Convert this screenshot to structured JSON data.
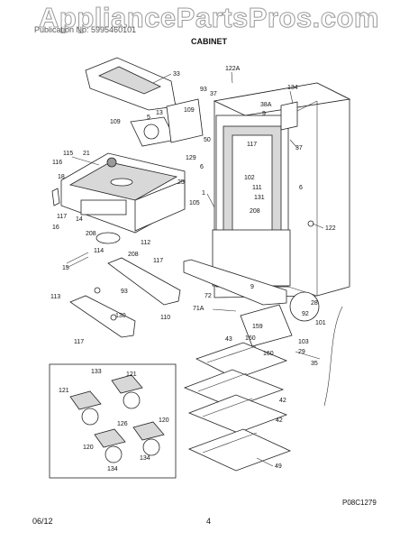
{
  "watermark": "AppliancePartsPros.com",
  "header": {
    "subheader": "Publication No: 5995460101",
    "title": "CABINET"
  },
  "footer": {
    "date": "06/12",
    "page": "4",
    "ref_code": "P08C1279"
  },
  "part_labels": {
    "p33": "33",
    "p122a": "122A",
    "p93a": "93",
    "p37a": "37",
    "p134a": "134",
    "p5": "5",
    "p13": "13",
    "p109a": "109",
    "p38a": "38A",
    "p9a": "9",
    "p109b": "109",
    "p37b": "37",
    "p50": "50",
    "p117a": "117",
    "p115": "115",
    "p21": "21",
    "p116": "116",
    "p129": "129",
    "p6a": "6",
    "p18": "18",
    "p102": "102",
    "p111": "111",
    "p25": "25",
    "p1": "1",
    "p131": "131",
    "p6b": "6",
    "p117b": "117",
    "p105": "105",
    "p14": "14",
    "p208a": "208",
    "p16": "16",
    "p208b": "208",
    "p122": "122",
    "p114": "114",
    "p112": "112",
    "p208c": "208",
    "p117c": "117",
    "p15": "15",
    "p9b": "9",
    "p72": "72",
    "p113": "113",
    "p93b": "93",
    "p28": "28",
    "p71a": "71A",
    "p159": "159",
    "p92": "92",
    "p110": "110",
    "p101": "101",
    "p130": "130",
    "p117d": "117",
    "p43": "43",
    "p160a": "160",
    "p103": "103",
    "p29": "29",
    "p160b": "160",
    "p35": "35",
    "p133": "133",
    "p121a": "121",
    "p121b": "121",
    "p42a": "42",
    "p126": "126",
    "p120a": "120",
    "p42b": "42",
    "p120b": "120",
    "p134b": "134",
    "p134c": "134",
    "p49": "49"
  }
}
